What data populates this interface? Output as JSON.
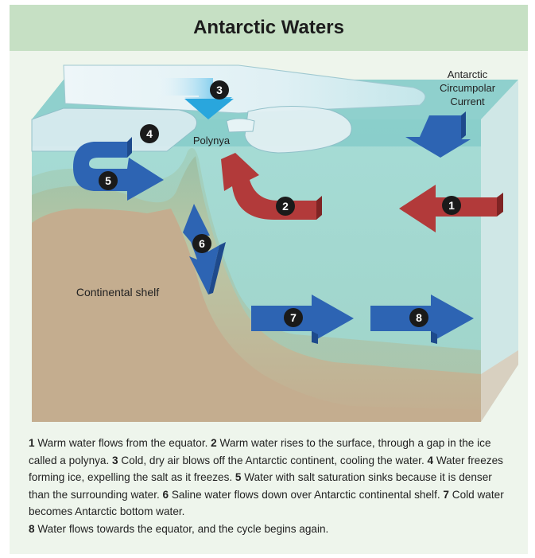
{
  "title": "Antarctic Waters",
  "labels": {
    "acc_line1": "Antarctic",
    "acc_line2": "Circumpolar",
    "acc_line3": "Current",
    "polynya": "Polynya",
    "shelf": "Continental shelf"
  },
  "markers": [
    "1",
    "2",
    "3",
    "4",
    "5",
    "6",
    "7",
    "8"
  ],
  "colors": {
    "title_bg": "#c6e0c4",
    "panel_bg": "#eef5ec",
    "water": "#a9ddd8",
    "sediment": "#c4ad8f",
    "warm_arrow": "#b23a3a",
    "cold_arrow": "#2d64b3",
    "marker": "#1a1a1a"
  },
  "steps": [
    {
      "num": "1",
      "text": " Warm water flows from the equator. "
    },
    {
      "num": "2",
      "text": " Warm water rises to the surface, through a gap in the ice called a polynya. "
    },
    {
      "num": "3",
      "text": " Cold, dry air blows off the Antarctic continent, cooling the water. "
    },
    {
      "num": "4",
      "text": " Water freezes forming ice, expelling the salt as it freezes. "
    },
    {
      "num": "5",
      "text": " Water with salt saturation sinks because it is denser than the surrounding water. "
    },
    {
      "num": "6",
      "text": " Saline water flows down over Antarctic continental shelf. "
    },
    {
      "num": "7",
      "text": " Cold water becomes Antarctic bottom water. "
    },
    {
      "num": "8",
      "text": " Water flows towards the equator, and the cycle begins again."
    }
  ]
}
